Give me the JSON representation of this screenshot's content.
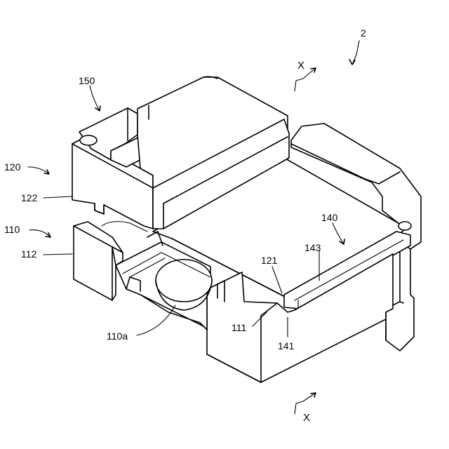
{
  "labels": {
    "assembly": "2",
    "part_150": "150",
    "part_120": "120",
    "part_122": "122",
    "part_110": "110",
    "part_112": "112",
    "part_140": "140",
    "part_143": "143",
    "part_121": "121",
    "part_111": "111",
    "part_141": "141",
    "part_110a": "110a",
    "section_top": "X",
    "section_bottom": "X"
  }
}
